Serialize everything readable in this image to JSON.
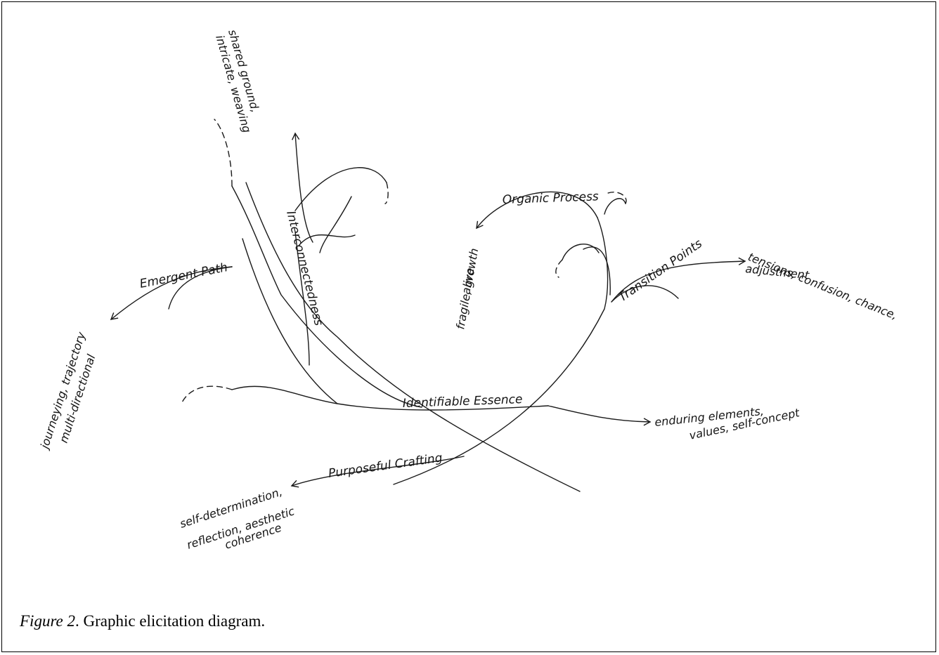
{
  "diagram": {
    "themes": [
      {
        "label": "Interconnectedness",
        "note_lines": [
          "shared ground,",
          "intricate, weaving"
        ]
      },
      {
        "label": "Emergent Path",
        "note_lines": [
          "journeying, trajectory",
          "multi-directional"
        ]
      },
      {
        "label": "Organic Process",
        "note_lines": [
          "fragile, growth",
          "alive"
        ]
      },
      {
        "label": "Transition Points",
        "note_lines": [
          "tensions, confusion, chance,",
          "adjustment"
        ]
      },
      {
        "label": "Identifiable Essence",
        "note_lines": [
          "enduring elements,",
          "values, self-concept"
        ]
      },
      {
        "label": "Purposeful Crafting",
        "note_lines": [
          "self-determination,",
          "reflection, aesthetic",
          "coherence"
        ]
      }
    ]
  },
  "caption": {
    "label": "Figure 2",
    "text": ".  Graphic elicitation diagram."
  }
}
